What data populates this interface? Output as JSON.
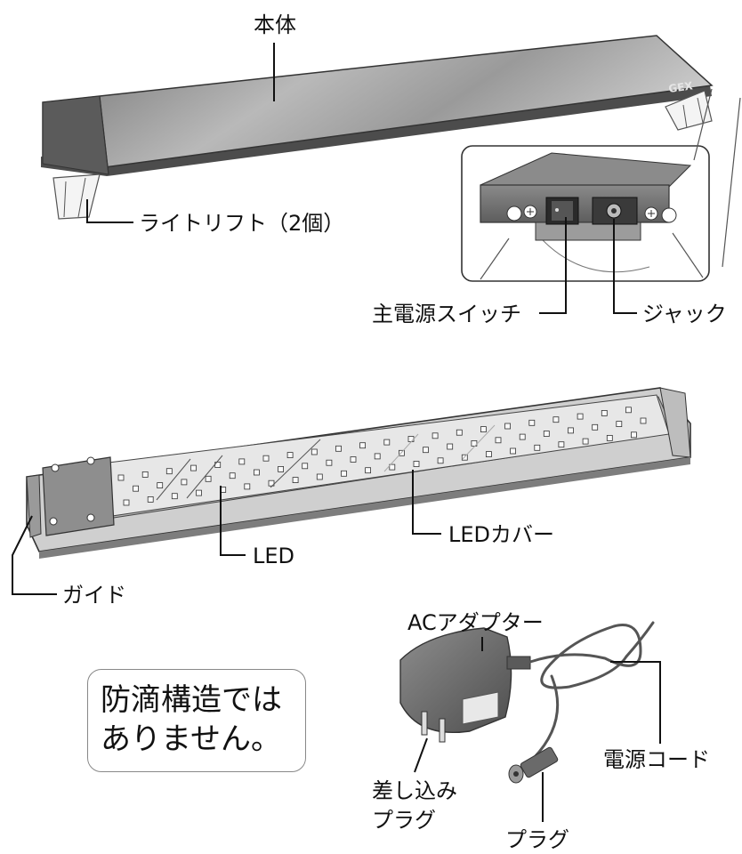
{
  "diagram": {
    "labels": {
      "body": "本体",
      "light_lift": "ライトリフト（2個）",
      "main_switch": "主電源スイッチ",
      "jack": "ジャック",
      "led": "LED",
      "led_cover": "LEDカバー",
      "guide": "ガイド",
      "ac_adapter": "ACアダプター",
      "power_cord": "電源コード",
      "insert_plug_line1": "差し込み",
      "insert_plug_line2": "プラグ",
      "plug": "プラグ"
    },
    "brand_mark": "GEX",
    "note": {
      "line1": "防滴構造では",
      "line2": "ありません。"
    }
  }
}
